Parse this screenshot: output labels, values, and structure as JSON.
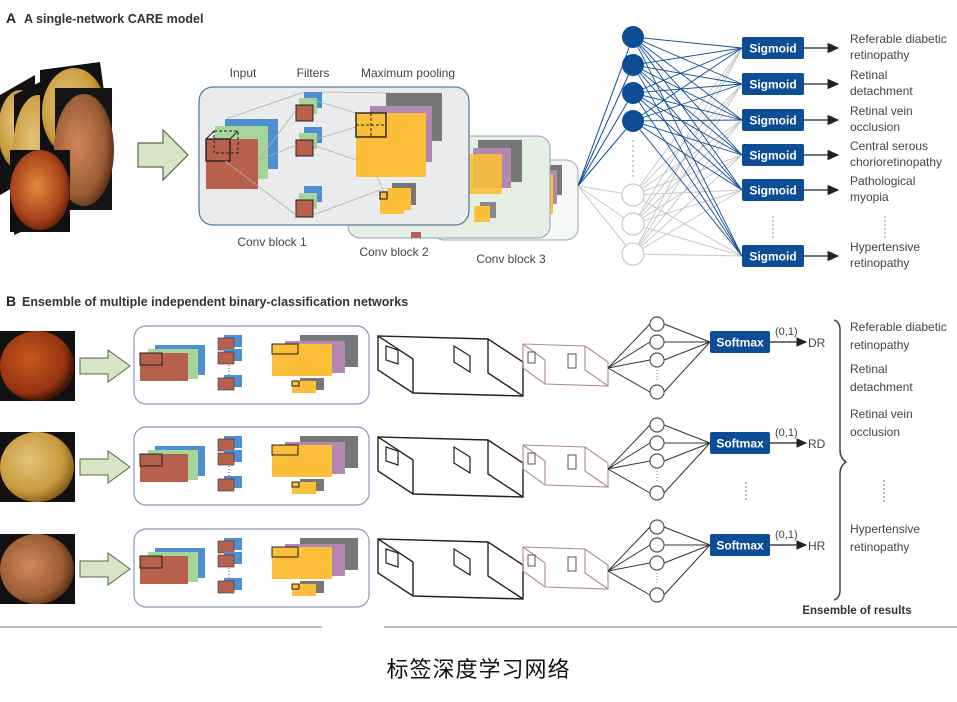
{
  "panel_a": {
    "letter": "A",
    "title": "A single-network CARE model",
    "labels": {
      "input": "Input",
      "filters": "Filters",
      "max_pooling": "Maximum pooling",
      "conv_block_1": "Conv block 1",
      "conv_block_2": "Conv block 2",
      "conv_block_3": "Conv block 3"
    },
    "activation": "Sigmoid",
    "outputs": [
      {
        "line1": "Referable diabetic",
        "line2": "retinopathy"
      },
      {
        "line1": "Retinal",
        "line2": "detachment"
      },
      {
        "line1": "Retinal vein",
        "line2": "occlusion"
      },
      {
        "line1": "Central serous",
        "line2": "chorioretinopathy"
      },
      {
        "line1": "Pathological",
        "line2": "myopia"
      },
      {
        "line1": "Hypertensive",
        "line2": "retinopathy"
      }
    ]
  },
  "panel_b": {
    "letter": "B",
    "title": "Ensemble of multiple independent binary-classification networks",
    "activation": "Softmax",
    "range_label": "(0,1)",
    "networks": [
      {
        "code": "DR"
      },
      {
        "code": "RD"
      },
      {
        "code": "HR"
      }
    ],
    "results": [
      {
        "line1": "Referable diabetic",
        "line2": "retinopathy"
      },
      {
        "line1": "Retinal",
        "line2": "detachment"
      },
      {
        "line1": "Retinal vein",
        "line2": "occlusion"
      },
      {
        "line1": "Hypertensive",
        "line2": "retinopathy"
      }
    ],
    "ensemble_label": "Ensemble of results"
  },
  "colors": {
    "accent_blue": "#0d4d96",
    "arrow_green": "#d6e6c4",
    "pool_yellow": "#fbbf3a",
    "filter_red": "#b7604c",
    "filter_green": "#a7d49a",
    "filter_blue": "#4e8fd2",
    "block_gray": "#e8eaec"
  },
  "caption": "标签深度学习网络"
}
